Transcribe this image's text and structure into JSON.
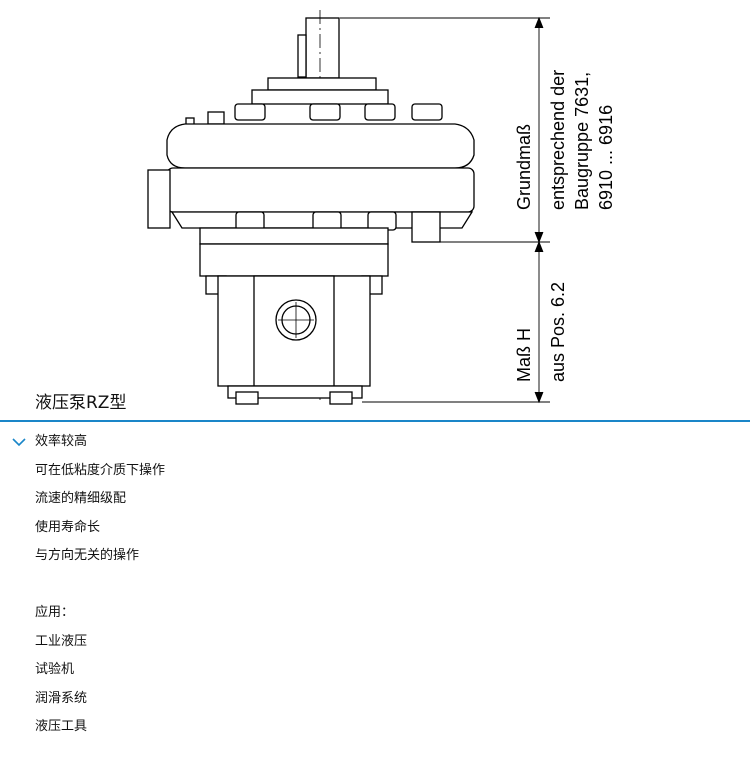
{
  "drawing": {
    "dimension_labels": {
      "grundmass": "Grundmaß",
      "entsprechend_line1": "entsprechend der",
      "entsprechend_line2": "Baugruppe 7631,",
      "entsprechend_line3": "6910 ... 6916",
      "mass_h": "Maß H",
      "aus_pos": "aus Pos. 6.2"
    }
  },
  "caption": "液压泵RZ型",
  "colors": {
    "accent": "#1a86c8",
    "text": "#111111",
    "line": "#000000"
  },
  "toggle_icon": "chevron-down-icon",
  "features": [
    "效率较高",
    "可在低粘度介质下操作",
    "流速的精细级配",
    "使用寿命长",
    "与方向无关的操作"
  ],
  "applications_heading": "应用：",
  "applications": [
    "工业液压",
    "试验机",
    "润滑系统",
    "液压工具"
  ]
}
